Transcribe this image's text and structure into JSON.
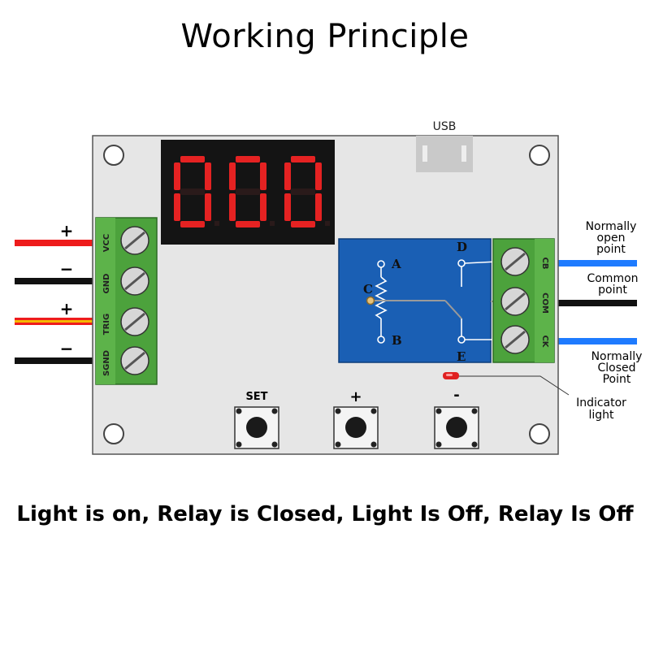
{
  "title": "Working Principle",
  "caption": "Light is on, Relay is Closed, Light Is Off, Relay Is Off",
  "usb_label": "USB",
  "display": {
    "digits": [
      "0",
      "0",
      "0"
    ],
    "color": "#e52222"
  },
  "input_terminal": {
    "pins": [
      "VCC",
      "GND",
      "TRIG",
      "SGND"
    ],
    "wire_signs": [
      "+",
      "−",
      "+",
      "−"
    ]
  },
  "relay_terminal": {
    "pins": [
      "CB",
      "COM",
      "CK"
    ]
  },
  "relay_nodes": {
    "a": "A",
    "b": "B",
    "c": "C",
    "d": "D",
    "e": "E"
  },
  "buttons": {
    "set": "SET",
    "plus": "+",
    "minus": "-"
  },
  "labels": {
    "normally_open": [
      "Normally",
      "open",
      "point"
    ],
    "common": [
      "Common",
      "point"
    ],
    "normally_closed": [
      "Normally",
      "Closed",
      "Point"
    ],
    "indicator": [
      "Indicator",
      "light"
    ]
  },
  "colors": {
    "relay_blue": "#1a5fb4",
    "terminal_green": "#4ca23c",
    "wire_blue": "#1e7bff",
    "wire_red": "#ee1c1c",
    "led_red": "#e02020"
  }
}
